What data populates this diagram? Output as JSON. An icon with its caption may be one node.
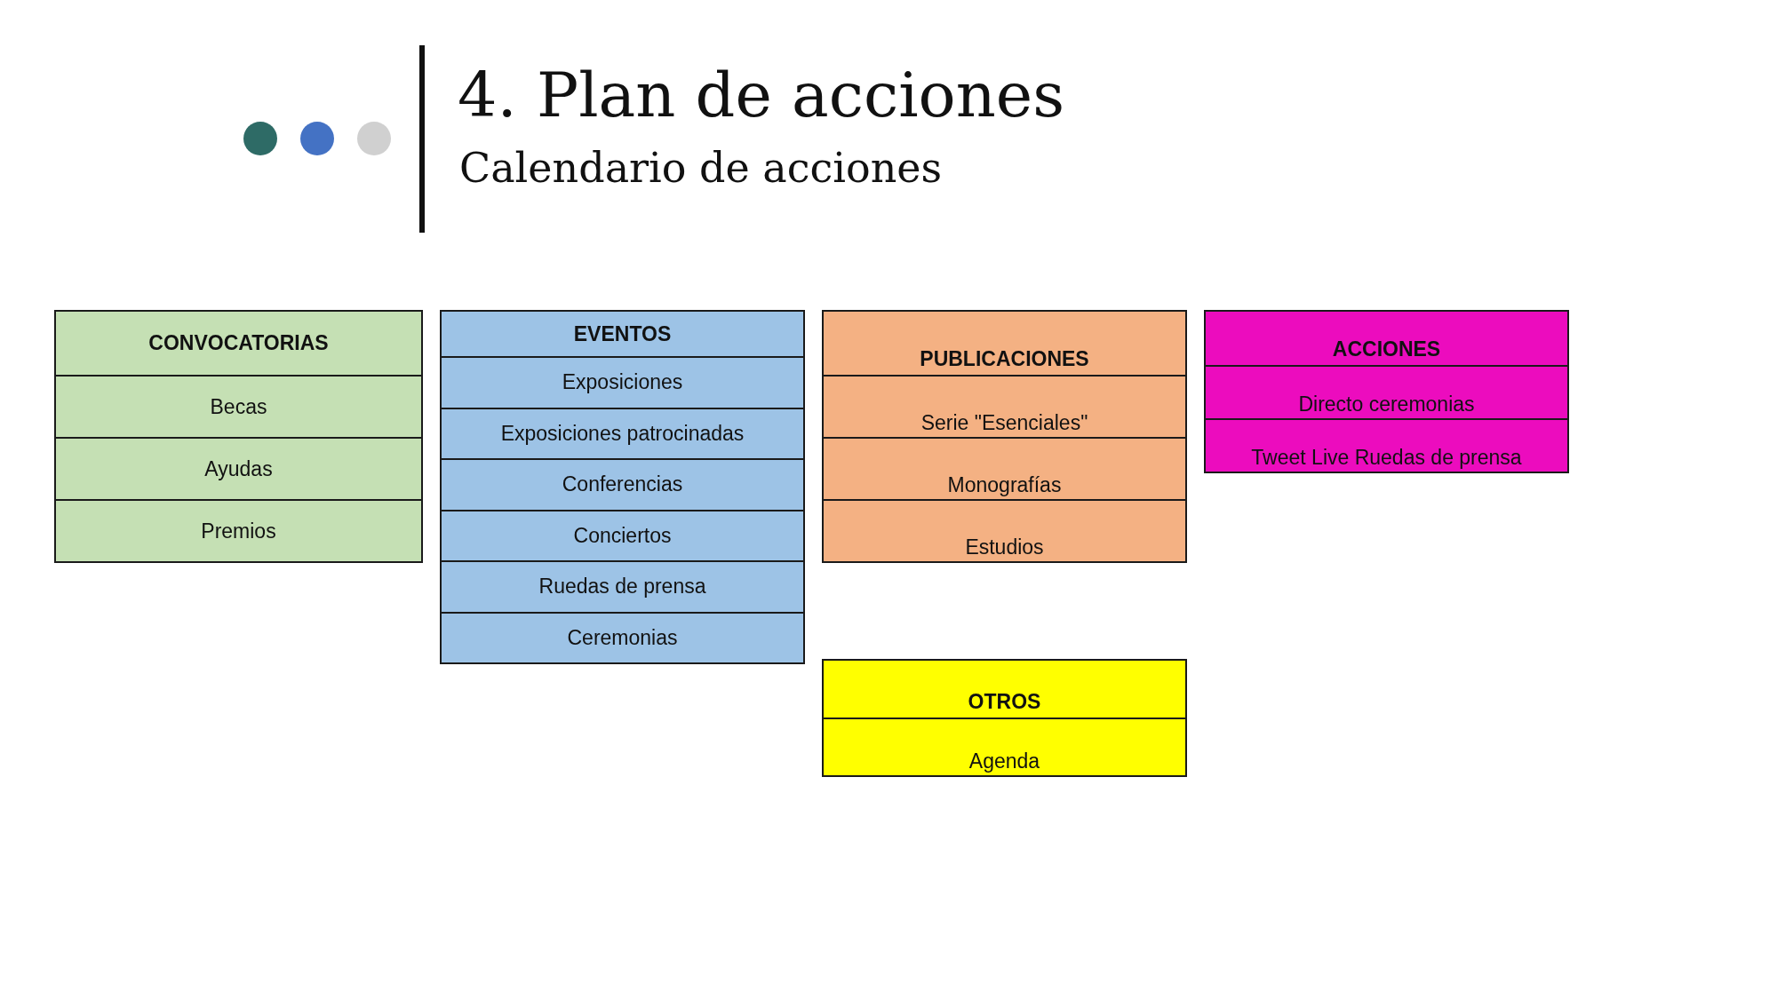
{
  "diagram": {
    "title": "4. Plan de acciones",
    "nodes": [
      {
        "text": [
          "CONVOCATORIAS"
        ]
      },
      {
        "text": [
          "Becas"
        ],
        "in": 0
      },
      {
        "text": [
          "Ayudas"
        ],
        "in": 0
      },
      {
        "text": [
          "Premios"
        ],
        "in": 0
      },
      {
        "text": [
          "EVENTOS"
        ]
      },
      {
        "text": [
          "Exposiciones"
        ],
        "in": 4
      },
      {
        "text": [
          "Exposiciones patrocinadas"
        ],
        "in": 4
      },
      {
        "text": [
          "Conferencias"
        ],
        "in": 4
      },
      {
        "text": [
          "Conciertos"
        ],
        "in": 4
      },
      {
        "text": [
          "Ruedas de prensa"
        ],
        "in": 4
      },
      {
        "text": [
          "Ceremonias"
        ],
        "in": 4
      },
      {
        "text": [
          "PUBLICACIONES"
        ]
      },
      {
        "text": [
          "Serie \"Esenciales\""
        ],
        "in": 11
      },
      {
        "text": [
          "Monografías"
        ],
        "in": 11
      },
      {
        "text": [
          "Estudios"
        ],
        "in": 11
      },
      {
        "text": [
          "ACCIONES"
        ]
      },
      {
        "text": [
          "Directo ceremonias"
        ],
        "in": 15
      },
      {
        "text": [
          "Tweet Live Ruedas de prensa"
        ],
        "in": 15
      },
      {
        "text": [
          "OTROS"
        ]
      },
      {
        "text": [
          "Agenda"
        ],
        "in": 18
      }
    ],
    "labels": [
      "Calendario de acciones"
    ]
  }
}
